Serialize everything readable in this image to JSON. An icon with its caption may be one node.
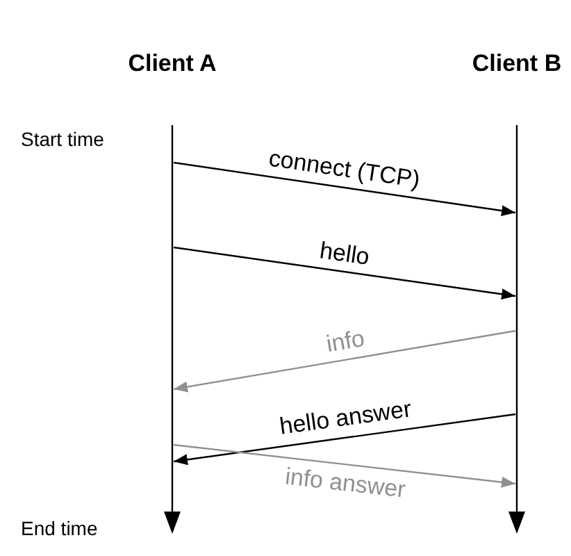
{
  "diagram": {
    "nodes": [
      {
        "text": [
          "Client A"
        ]
      },
      {
        "text": [
          "Client B"
        ]
      }
    ],
    "edges": [
      {
        "from": 0,
        "to": 1,
        "arrow": "to",
        "label": "connect (TCP)"
      },
      {
        "from": 0,
        "to": 1,
        "arrow": "to",
        "label": "hello"
      },
      {
        "from": 1,
        "to": 0,
        "arrow": "to",
        "label": "info",
        "color": "#909090"
      },
      {
        "from": 1,
        "to": 0,
        "arrow": "to",
        "label": "hello answer"
      },
      {
        "from": 0,
        "to": 1,
        "arrow": "to",
        "label": "info answer",
        "color": "#909090"
      }
    ],
    "labels": [
      "Start time",
      "End time"
    ]
  }
}
